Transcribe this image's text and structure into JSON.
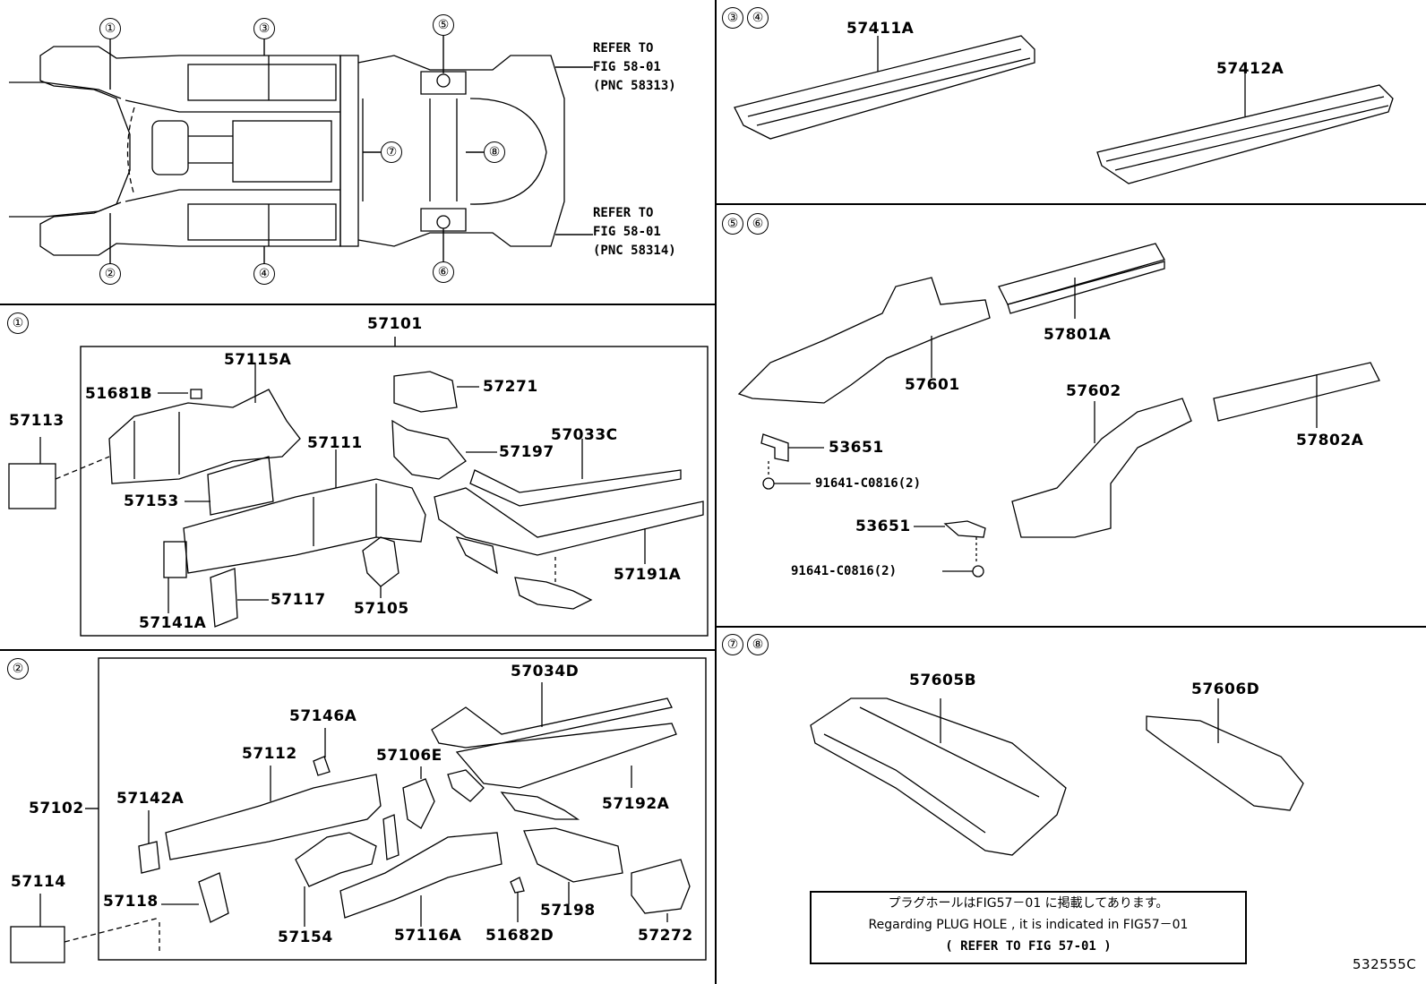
{
  "overview": {
    "callouts": [
      "①",
      "②",
      "③",
      "④",
      "⑤",
      "⑥",
      "⑦",
      "⑧"
    ],
    "refer_top": "REFER TO\nFIG 58-01\n(PNC 58313)",
    "refer_bottom": "REFER TO\nFIG 58-01\n(PNC 58314)"
  },
  "sections": {
    "s1": {
      "marks": [
        "①"
      ]
    },
    "s2": {
      "marks": [
        "②"
      ]
    },
    "s34": {
      "marks": [
        "③",
        "④"
      ]
    },
    "s56": {
      "marks": [
        "⑤",
        "⑥"
      ]
    },
    "s78": {
      "marks": [
        "⑦",
        "⑧"
      ]
    }
  },
  "parts_s1": {
    "group": "57101",
    "p57113": "57113",
    "p51681B": "51681B",
    "p57115A": "57115A",
    "p57153": "57153",
    "p57111": "57111",
    "p57271": "57271",
    "p57197": "57197",
    "p57033C": "57033C",
    "p57141A": "57141A",
    "p57117": "57117",
    "p57105": "57105",
    "p57191A": "57191A"
  },
  "parts_s2": {
    "group": "57102",
    "p57114": "57114",
    "p57034D": "57034D",
    "p57146A": "57146A",
    "p57112": "57112",
    "p57106E": "57106E",
    "p57142A": "57142A",
    "p57192A": "57192A",
    "p57118": "57118",
    "p57154": "57154",
    "p57116A": "57116A",
    "p51682D": "51682D",
    "p57198": "57198",
    "p57272": "57272"
  },
  "parts_s34": {
    "p57411A": "57411A",
    "p57412A": "57412A"
  },
  "parts_s56": {
    "p57801A": "57801A",
    "p57601": "57601",
    "p57602": "57602",
    "p57802A": "57802A",
    "p53651a": "53651",
    "p53651b": "53651",
    "bolt_a": "91641-C0816(2)",
    "bolt_b": "91641-C0816(2)"
  },
  "parts_s78": {
    "p57605B": "57605B",
    "p57606D": "57606D"
  },
  "note": {
    "line1": "プラグホールはFIG57－01 に掲載してあります。",
    "line2": "Regarding  PLUG HOLE , it is  indicated  in  FIG57－01",
    "line3": "(   REFER TO FIG 57-01 )"
  },
  "figure_code": "532555C"
}
